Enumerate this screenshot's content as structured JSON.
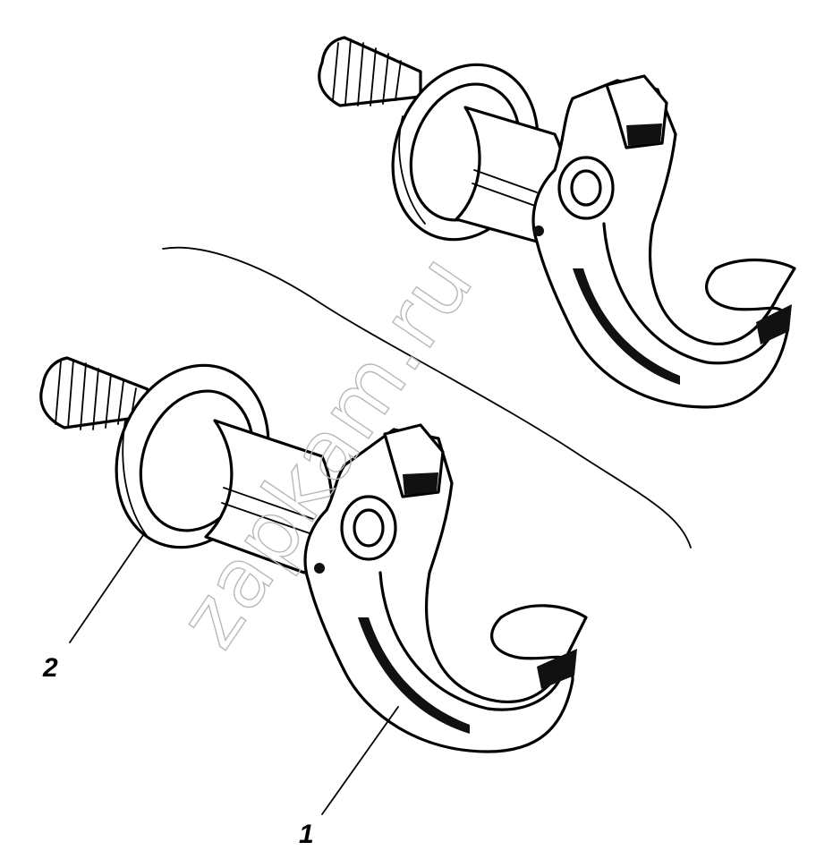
{
  "callouts": [
    {
      "label": "2"
    },
    {
      "label": "1"
    }
  ],
  "watermark": {
    "text": "zapkam.ru"
  }
}
